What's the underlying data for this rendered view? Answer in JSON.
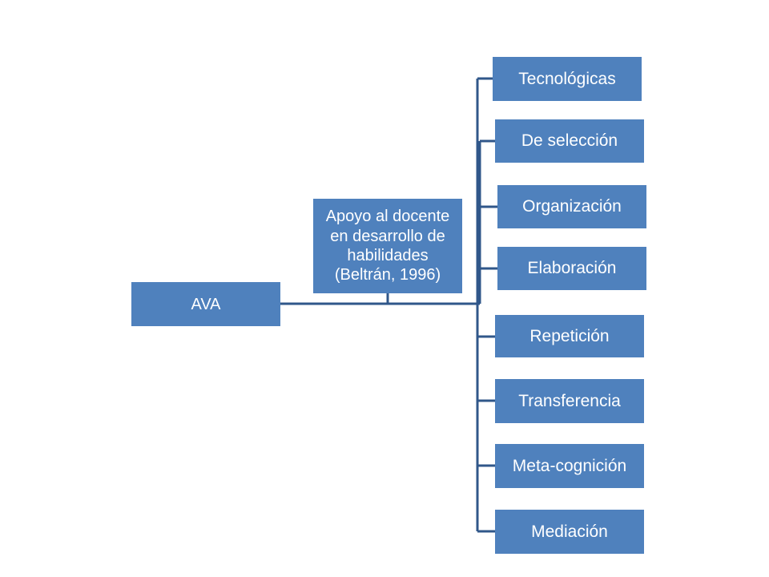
{
  "diagram": {
    "root": {
      "label": "AVA"
    },
    "middle": {
      "lines": [
        "Apoyo al docente",
        "en desarrollo de",
        "habilidades",
        "(Beltrán, 1996)"
      ]
    },
    "leaves": [
      {
        "label": "Tecnológicas"
      },
      {
        "label": "De selección"
      },
      {
        "label": "Organización"
      },
      {
        "label": "Elaboración"
      },
      {
        "label": "Repetición"
      },
      {
        "label": "Transferencia"
      },
      {
        "label": "Meta-cognición"
      },
      {
        "label": "Mediación"
      }
    ],
    "colors": {
      "node_fill": "#4f81bd",
      "node_text": "#ffffff",
      "connector": "#30578a"
    }
  }
}
